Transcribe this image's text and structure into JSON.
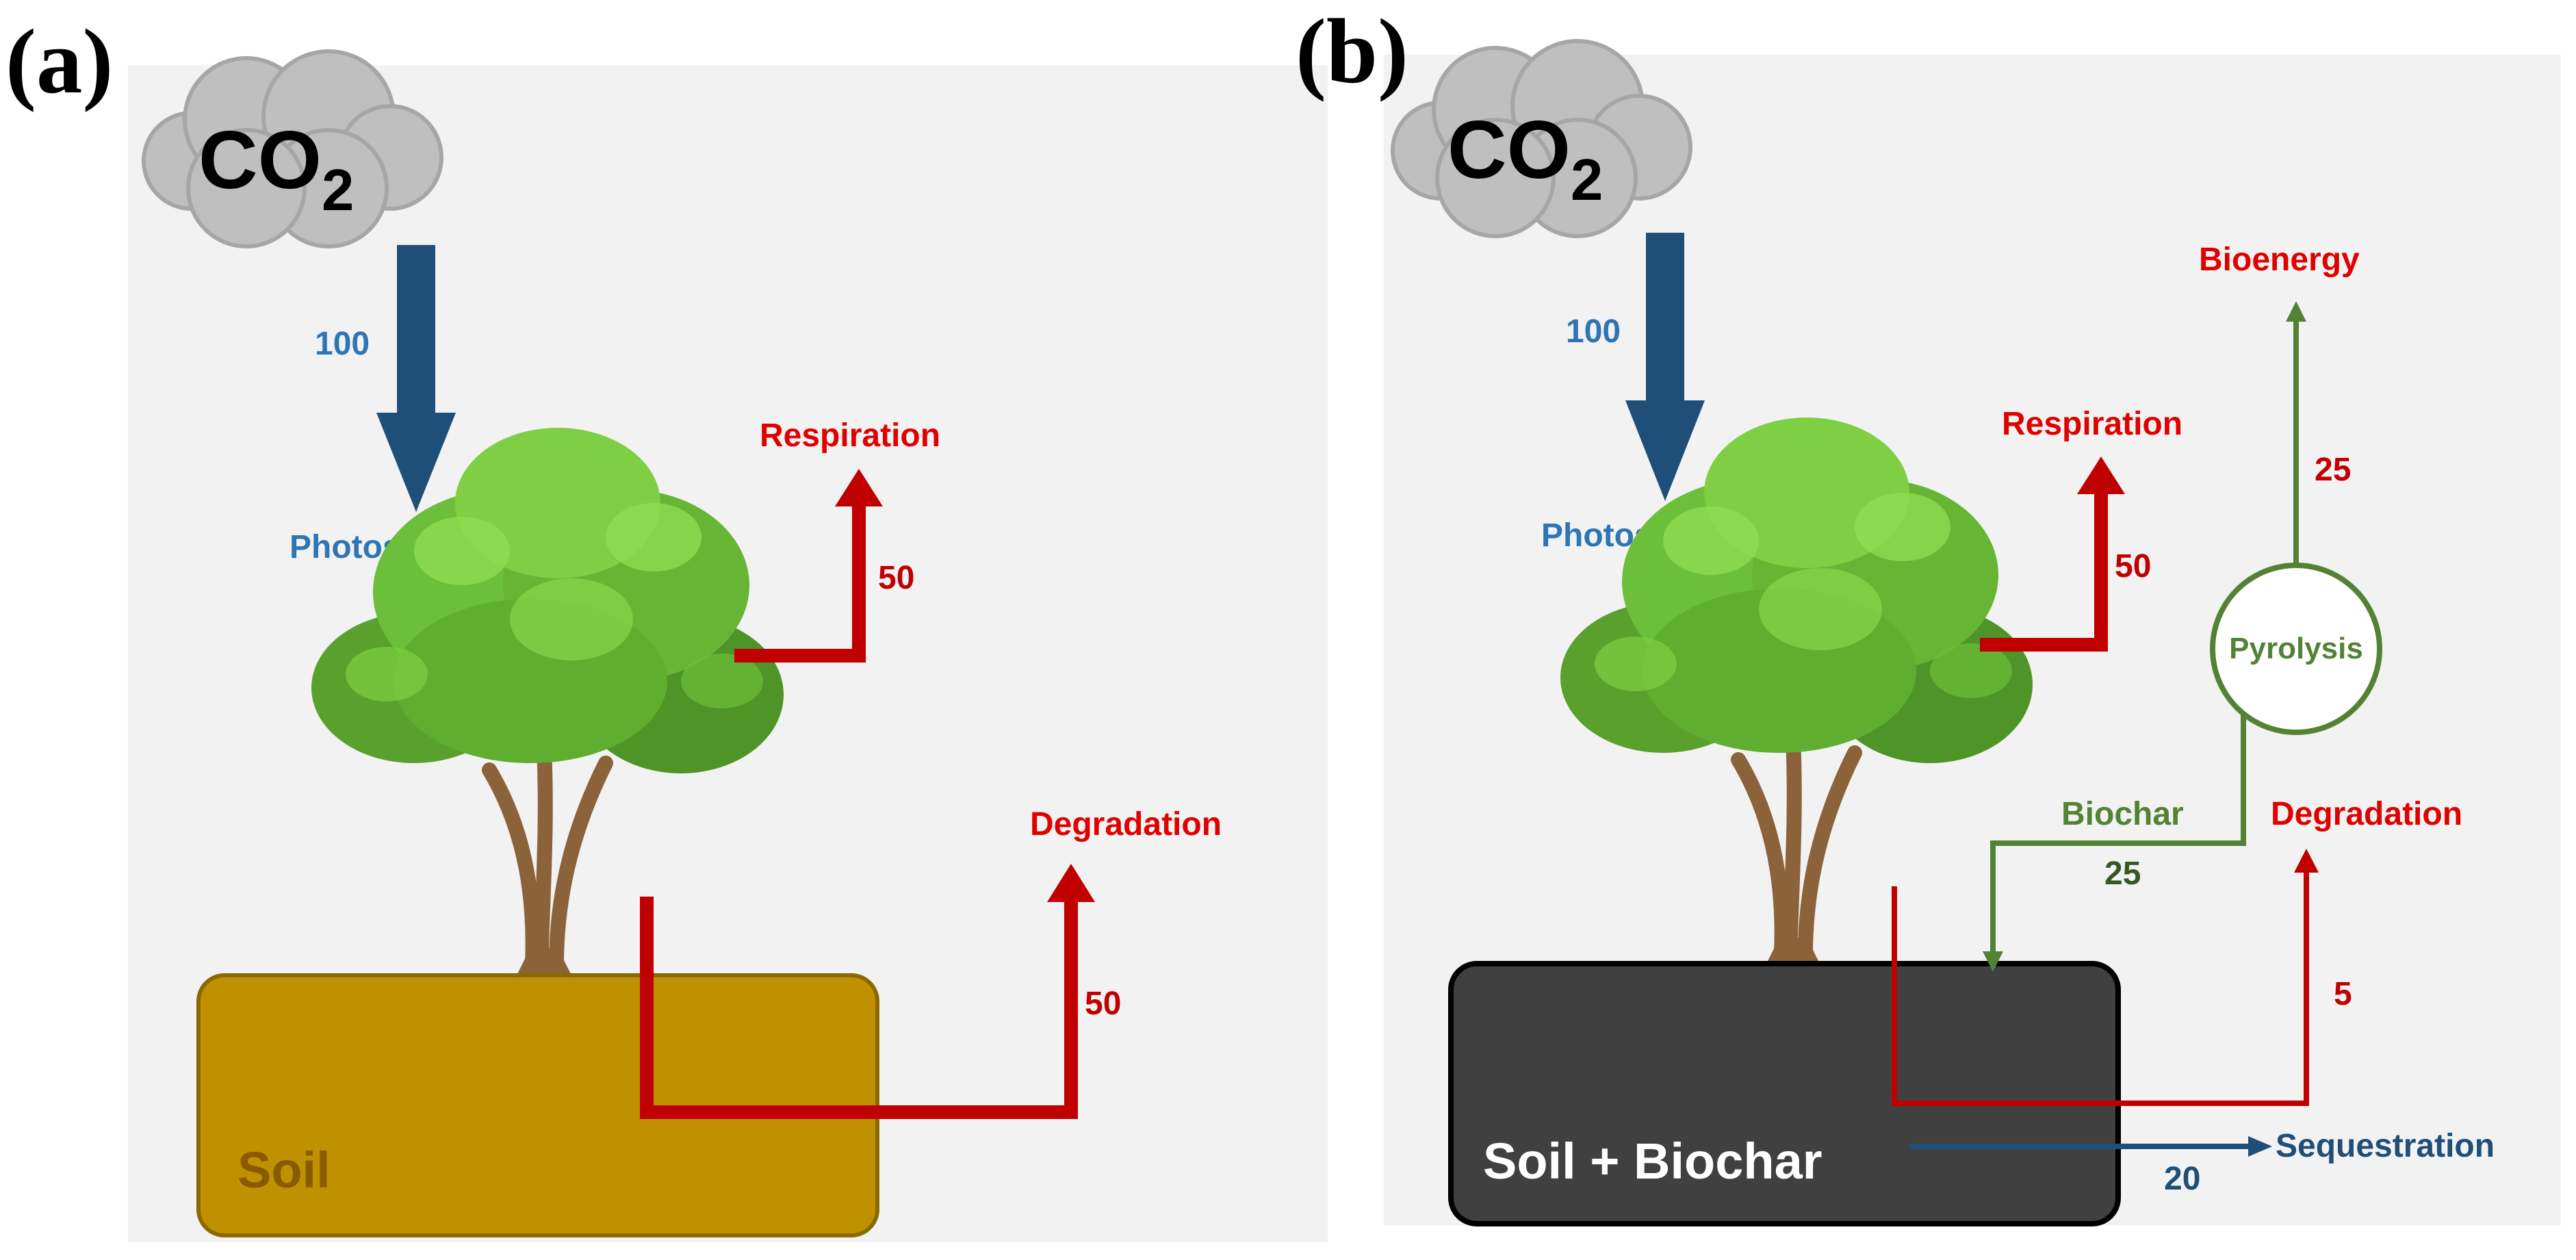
{
  "panel_a": {
    "label": "(a)",
    "cloud_text": "CO",
    "cloud_sub": "2",
    "photo_value": "100",
    "photo_label": "Photosynthesis",
    "resp_label": "Respiration",
    "resp_value": "50",
    "degr_label": "Degradation",
    "degr_value": "50",
    "soil_label": "Soil"
  },
  "panel_b": {
    "label": "(b)",
    "cloud_text": "CO",
    "cloud_sub": "2",
    "photo_value": "100",
    "photo_label": "Photosynthesis",
    "resp_label": "Respiration",
    "resp_value": "50",
    "bio_label": "Bioenergy",
    "bio_value": "25",
    "pyro_label": "Pyrolysis",
    "biochar_label": "Biochar",
    "biochar_value": "25",
    "degr_label": "Degradation",
    "degr_value": "5",
    "seq_label": "Sequestration",
    "seq_value": "20",
    "soil_label": "Soil + Biochar"
  },
  "colors": {
    "photosynthesis": "#1f4e79",
    "respiration": "#c00000",
    "pyrolysis": "#548235",
    "soil": "#bf9000",
    "soil_biochar": "#404040",
    "cloud": "#bfbfbf",
    "panel_bg": "#f2f2f2"
  }
}
